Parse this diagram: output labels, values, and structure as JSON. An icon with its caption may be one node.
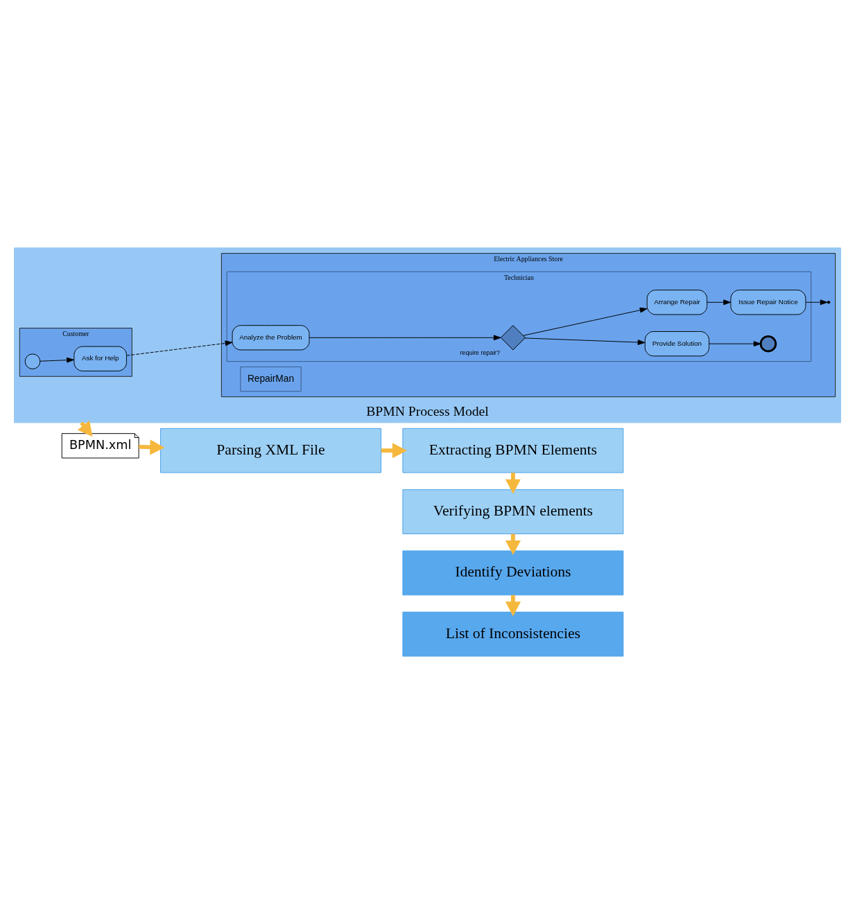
{
  "diagram": {
    "nodes": [
      {
        "text": [
          "BPMN Process Model"
        ]
      },
      {
        "text": [
          "Customer"
        ],
        "in": 0
      },
      {
        "text": [],
        "shape": "circle",
        "in": 1
      },
      {
        "text": [
          "Ask for Help"
        ],
        "in": 1
      },
      {
        "text": [
          "Electric Appliances Store"
        ],
        "in": 0
      },
      {
        "text": [
          "Technician"
        ],
        "in": 4
      },
      {
        "text": [
          "Analyze the Problem"
        ],
        "in": 5
      },
      {
        "text": [],
        "shape": "diamond",
        "beside": [
          "require repair?"
        ],
        "in": 5
      },
      {
        "text": [
          "Provide Solution"
        ],
        "in": 5
      },
      {
        "text": [],
        "shape": "circle",
        "in": 5
      },
      {
        "text": [
          "Arrange Repair"
        ],
        "in": 5
      },
      {
        "text": [
          "Issue Repair Notice"
        ],
        "in": 5
      },
      {
        "text": [
          "RepairMan"
        ],
        "in": 4
      },
      {
        "text": [
          "BPMN.xml"
        ]
      },
      {
        "text": [
          "Parsing XML File"
        ]
      },
      {
        "text": [
          "Extracting BPMN Elements"
        ]
      },
      {
        "text": [
          "Verifying BPMN elements"
        ]
      },
      {
        "text": [
          "Identify Deviations"
        ]
      },
      {
        "text": [
          "List of Inconsistencies"
        ]
      }
    ],
    "edges": [
      {
        "from": 2,
        "to": 3,
        "arrow": "to"
      },
      {
        "from": 3,
        "to": 6,
        "arrow": "to",
        "style": "dashed"
      },
      {
        "from": 6,
        "to": 7,
        "arrow": "to"
      },
      {
        "from": 7,
        "to": 8,
        "arrow": "to"
      },
      {
        "from": 8,
        "to": 9,
        "arrow": "to"
      },
      {
        "from": 7,
        "to": 10,
        "arrow": "to"
      },
      {
        "from": 10,
        "to": 11,
        "arrow": "to"
      },
      {
        "from": 11,
        "to": null,
        "arrow": "to"
      },
      {
        "from": 0,
        "to": 13,
        "arrow": "to",
        "style": "thick",
        "color": "#f5b83d"
      },
      {
        "from": 13,
        "to": 14,
        "arrow": "to",
        "style": "thick",
        "color": "#f5b83d"
      },
      {
        "from": 14,
        "to": 15,
        "arrow": "to",
        "style": "thick",
        "color": "#f5b83d"
      },
      {
        "from": 15,
        "to": 16,
        "arrow": "to",
        "style": "thick",
        "color": "#f5b83d"
      },
      {
        "from": 16,
        "to": 17,
        "arrow": "to",
        "style": "thick",
        "color": "#f5b83d"
      },
      {
        "from": 17,
        "to": 18,
        "arrow": "to",
        "style": "thick",
        "color": "#f5b83d"
      }
    ]
  }
}
